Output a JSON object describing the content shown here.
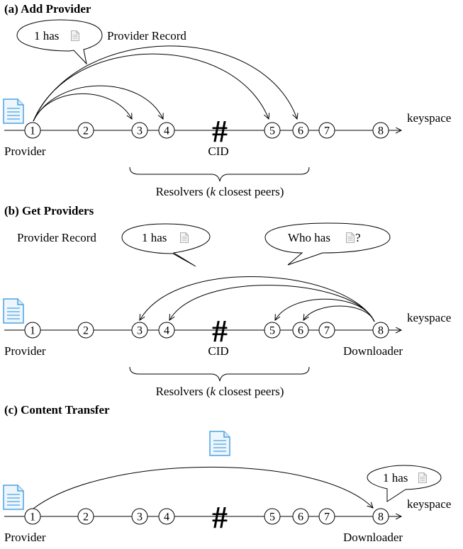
{
  "panels": [
    {
      "title": "(a) Add Provider",
      "bubble": {
        "text": "1 has",
        "icon": "document-icon"
      },
      "record_label": "Provider Record",
      "provider_label": "Provider",
      "cid_label": "CID",
      "keyspace_label": "keyspace",
      "resolvers_prefix": "Resolvers (",
      "resolvers_k": "k",
      "resolvers_suffix": " closest peers)"
    },
    {
      "title": "(b) Get Providers",
      "record_label": "Provider Record",
      "bubble_left": {
        "text": "1 has",
        "icon": "document-icon"
      },
      "bubble_right": {
        "text": "Who has",
        "suffix": "?",
        "icon": "document-icon"
      },
      "provider_label": "Provider",
      "cid_label": "CID",
      "downloader_label": "Downloader",
      "keyspace_label": "keyspace",
      "resolvers_prefix": "Resolvers (",
      "resolvers_k": "k",
      "resolvers_suffix": " closest peers)"
    },
    {
      "title": "(c) Content Transfer",
      "bubble": {
        "text": "1 has",
        "icon": "document-icon"
      },
      "provider_label": "Provider",
      "downloader_label": "Downloader",
      "keyspace_label": "keyspace"
    }
  ],
  "nodes": [
    "1",
    "2",
    "3",
    "4",
    "5",
    "6",
    "7",
    "8"
  ],
  "cid_symbol": "#"
}
